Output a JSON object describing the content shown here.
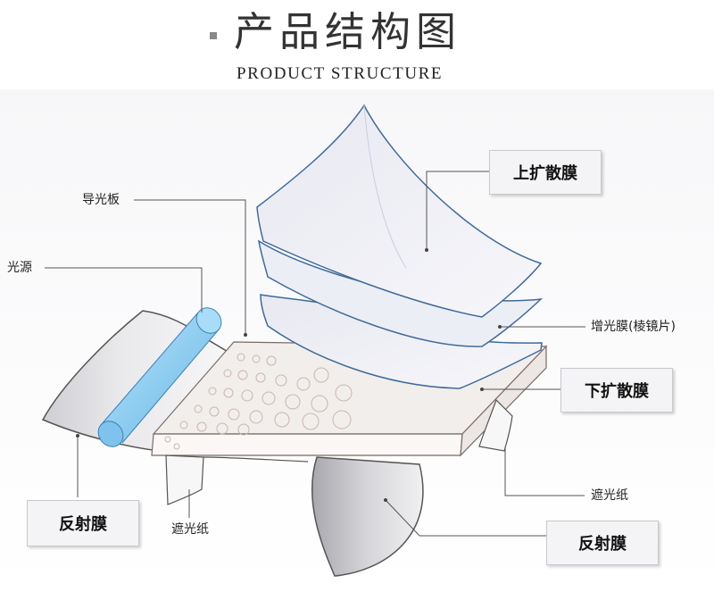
{
  "header": {
    "title": "产品结构图",
    "subtitle": "PRODUCT STRUCTURE"
  },
  "labels": {
    "light_guide_plate": "导光板",
    "light_source": "光源",
    "upper_diffuser": "上扩散膜",
    "prism_film": "增光膜(棱镜片)",
    "lower_diffuser": "下扩散膜",
    "shading_paper_right": "遮光纸",
    "shading_paper_left": "遮光纸",
    "reflector_left": "反射膜",
    "reflector_right": "反射膜"
  },
  "colors": {
    "film_edge": "#3f6a9a",
    "light_tube": "#8fcdf0",
    "leader_line": "#555555",
    "callout_bg": "#f4f4f6"
  }
}
